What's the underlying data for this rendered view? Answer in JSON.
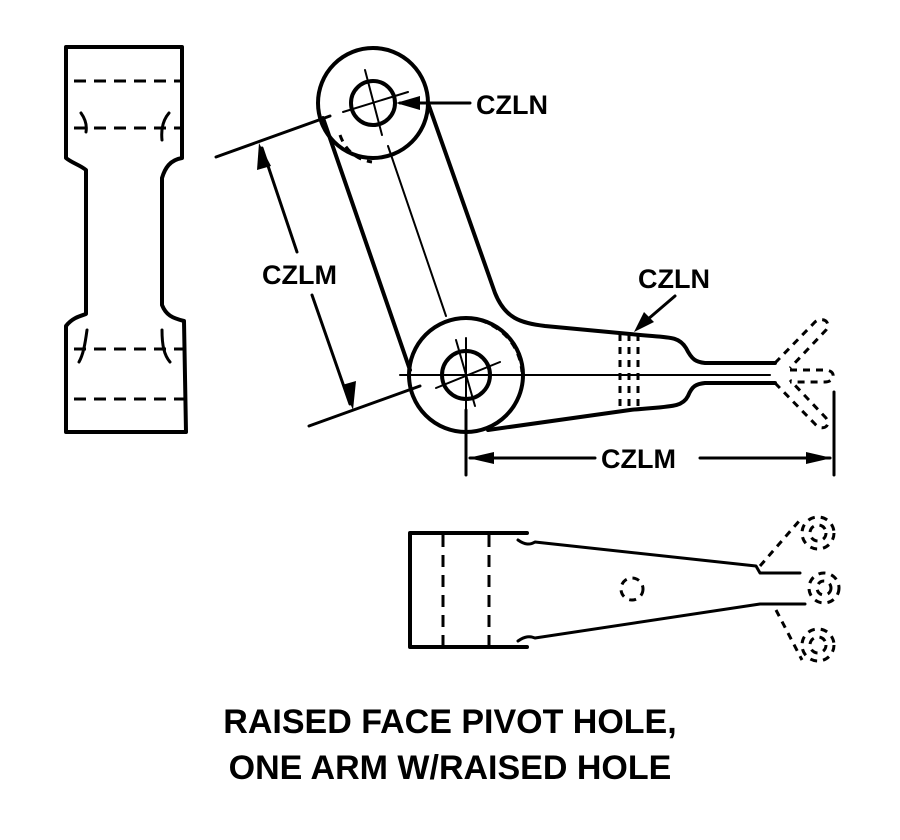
{
  "drawing": {
    "caption_line1": "RAISED FACE PIVOT HOLE,",
    "caption_line2": "ONE ARM W/RAISED HOLE",
    "dimensions": {
      "hole_diameter_top": "CZLN",
      "arm_length_diagonal": "CZLM",
      "hub_width_side": "CZLN",
      "arm_length_horizontal": "CZLM"
    },
    "colors": {
      "line": "#000000",
      "background": "#ffffff"
    }
  }
}
